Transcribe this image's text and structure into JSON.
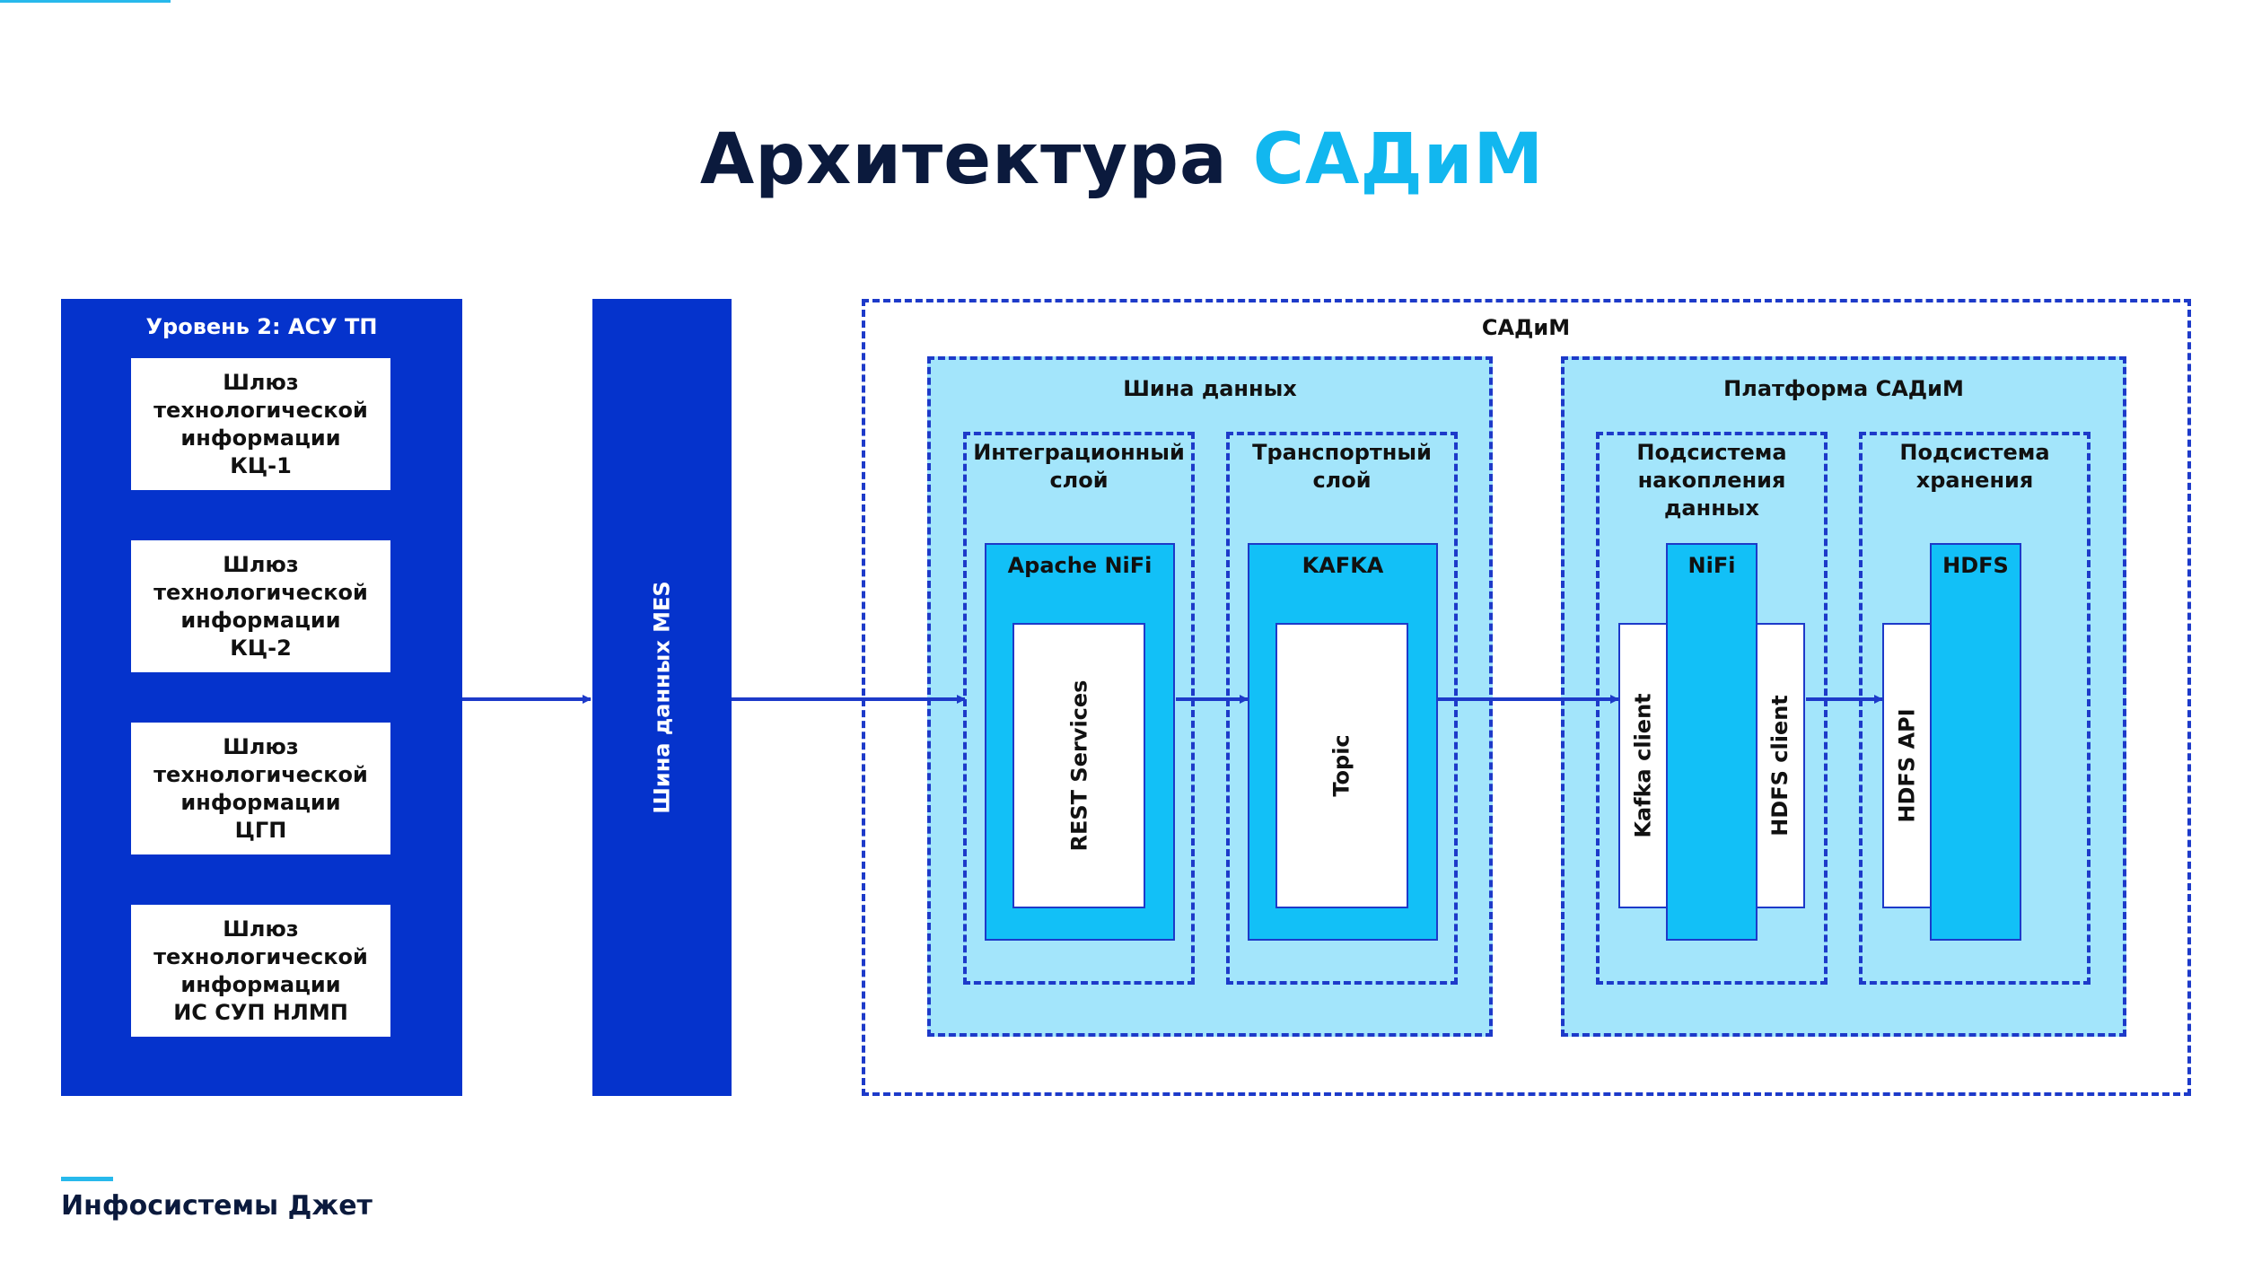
{
  "title": {
    "main": "Архитектура",
    "accent": "САДиМ"
  },
  "level2": {
    "title": "Уровень 2: АСУ ТП",
    "gateways": [
      {
        "lines": [
          "Шлюз",
          "технологической",
          "информации",
          "КЦ-1"
        ]
      },
      {
        "lines": [
          "Шлюз",
          "технологической",
          "информации",
          "КЦ-2"
        ]
      },
      {
        "lines": [
          "Шлюз",
          "технологической",
          "информации",
          "ЦГП"
        ]
      },
      {
        "lines": [
          "Шлюз",
          "технологической",
          "информации",
          "ИС СУП НЛМП"
        ]
      }
    ]
  },
  "mes_bus": {
    "label": "Шина данных MES"
  },
  "sadim": {
    "label": "САДиМ",
    "data_bus": {
      "label": "Шина данных",
      "integration_layer": {
        "lines": [
          "Интеграционный",
          "слой"
        ],
        "component": "Apache NiFi",
        "inner": "REST Services"
      },
      "transport_layer": {
        "lines": [
          "Транспортный",
          "слой"
        ],
        "component": "KAFKA",
        "inner": "Topic"
      }
    },
    "platform": {
      "label": "Платформа САДиМ",
      "accumulation": {
        "lines": [
          "Подсистема",
          "накопления",
          "данных"
        ],
        "component": "NiFi",
        "left_client": "Kafka client",
        "right_client": "HDFS client"
      },
      "storage": {
        "lines": [
          "Подсистема",
          "хранения"
        ],
        "component": "HDFS",
        "api": "HDFS API"
      }
    }
  },
  "footer": {
    "company": "Инфосистемы Джет"
  },
  "colors": {
    "navy": "#0533cc",
    "accent": "#12b7ef",
    "light_panel": "#a3e5fb",
    "component": "#12c0f7",
    "border": "#1d3ac9"
  }
}
